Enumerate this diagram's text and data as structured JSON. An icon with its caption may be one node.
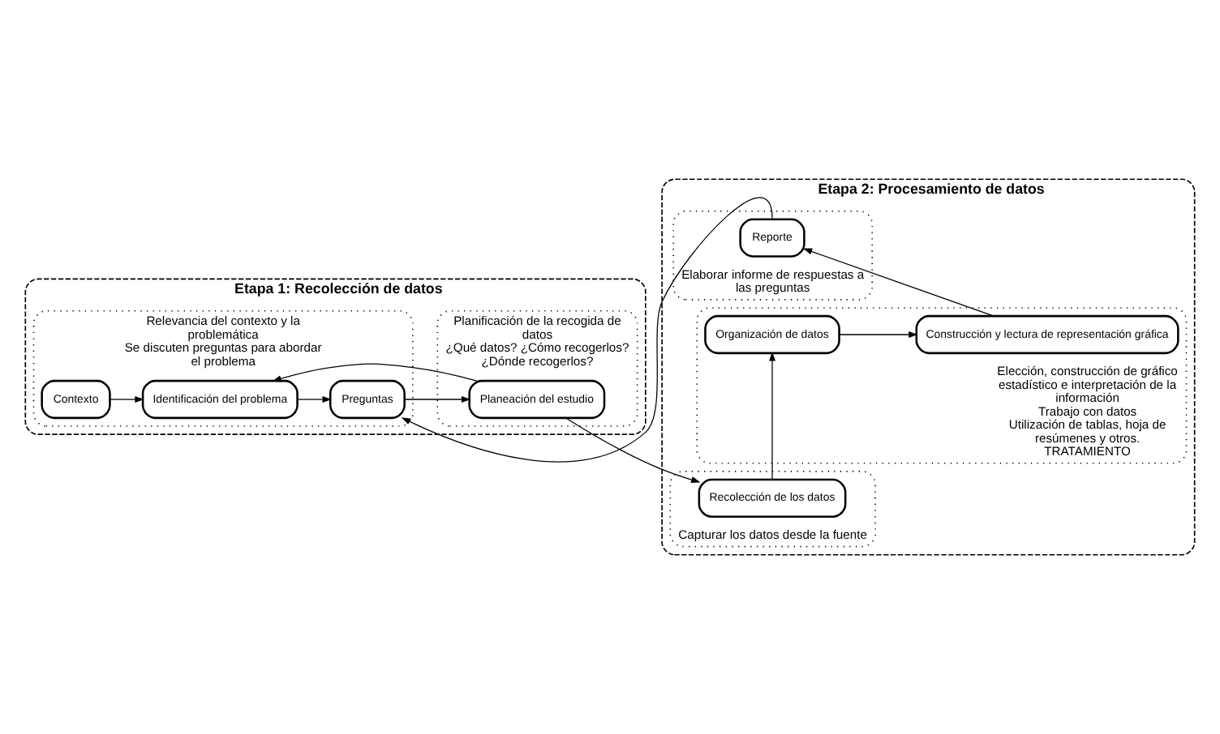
{
  "diagram": {
    "nodes": [
      {
        "text": [
          "Etapa 1: Recolección de datos"
        ]
      },
      {
        "text": [
          "Relevancia del contexto y la problemática",
          "Se discuten preguntas para abordar el problema"
        ],
        "in": 0
      },
      {
        "text": [
          "Contexto"
        ],
        "in": 1
      },
      {
        "text": [
          "Identificación del problema"
        ],
        "in": 1
      },
      {
        "text": [
          "Preguntas"
        ],
        "in": 1
      },
      {
        "text": [
          "Planificación de la recogida de datos",
          "¿Qué datos? ¿Cómo recogerlos? ¿Dónde recogerlos?"
        ],
        "in": 0
      },
      {
        "text": [
          "Planeación del estudio"
        ],
        "in": 5
      },
      {
        "text": [
          "Etapa 2: Procesamiento de datos"
        ]
      },
      {
        "text": [
          "Elaborar informe de respuestas a las preguntas"
        ],
        "in": 7
      },
      {
        "text": [
          "Reporte"
        ],
        "in": 8
      },
      {
        "text": [
          "Elección, construcción de gráfico estadístico e interpretación de la información",
          "Trabajo con datos",
          "Utilización de tablas, hoja de resúmenes y otros.",
          "TRATAMIENTO"
        ],
        "in": 7
      },
      {
        "text": [
          "Construcción y lectura de representación gráfica"
        ],
        "in": 10
      },
      {
        "text": [
          "Organización de datos"
        ],
        "in": 10
      },
      {
        "text": [
          "Capturar los datos desde la fuente"
        ],
        "in": 7
      },
      {
        "text": [
          "Recolección de los datos"
        ],
        "in": 13
      }
    ],
    "edges": [
      {
        "from": 2,
        "to": 3,
        "arrow": "to"
      },
      {
        "from": 3,
        "to": 4,
        "arrow": "to"
      },
      {
        "from": 4,
        "to": 6,
        "arrow": "to"
      },
      {
        "from": 6,
        "to": 3,
        "arrow": "to"
      },
      {
        "from": 6,
        "to": 14,
        "arrow": "to"
      },
      {
        "from": 14,
        "to": 12,
        "arrow": "to"
      },
      {
        "from": 12,
        "to": 11,
        "arrow": "to"
      },
      {
        "from": 11,
        "to": 9,
        "arrow": "to"
      },
      {
        "from": 9,
        "to": 4,
        "arrow": "to"
      }
    ]
  }
}
